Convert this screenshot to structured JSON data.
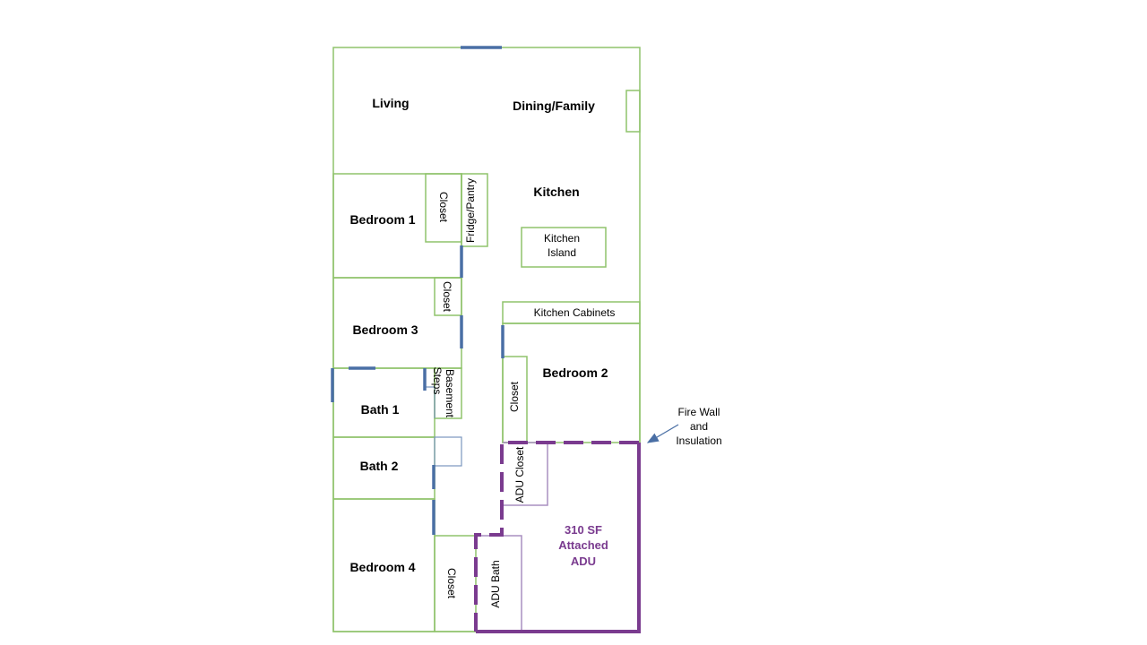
{
  "colors": {
    "wall": "#8fc36b",
    "door": "#4a6fa5",
    "adu_wall": "#7a3b8f",
    "adu_text": "#7a3b8f",
    "adu_inner": "#a98fc0",
    "note_arrow": "#4a6fa5"
  },
  "rooms": {
    "living": "Living",
    "dining_family": "Dining/Family",
    "kitchen": "Kitchen",
    "bedroom_1": "Bedroom 1",
    "bedroom_2": "Bedroom 2",
    "bedroom_3": "Bedroom 3",
    "bedroom_4": "Bedroom 4",
    "bath_1": "Bath 1",
    "bath_2": "Bath 2"
  },
  "features": {
    "closet": "Closet",
    "fridge_pantry": "Fridge/Pantry",
    "kitchen_island_line1": "Kitchen",
    "kitchen_island_line2": "Island",
    "kitchen_cabinets": "Kitchen Cabinets",
    "basement_line1": "Basement",
    "basement_line2": "Steps",
    "adu_closet": "ADU Closet",
    "adu_bath": "ADU Bath"
  },
  "adu": {
    "line1": "310 SF",
    "line2": "Attached",
    "line3": "ADU"
  },
  "annotation": {
    "line1": "Fire Wall",
    "line2": "and",
    "line3": "Insulation"
  }
}
